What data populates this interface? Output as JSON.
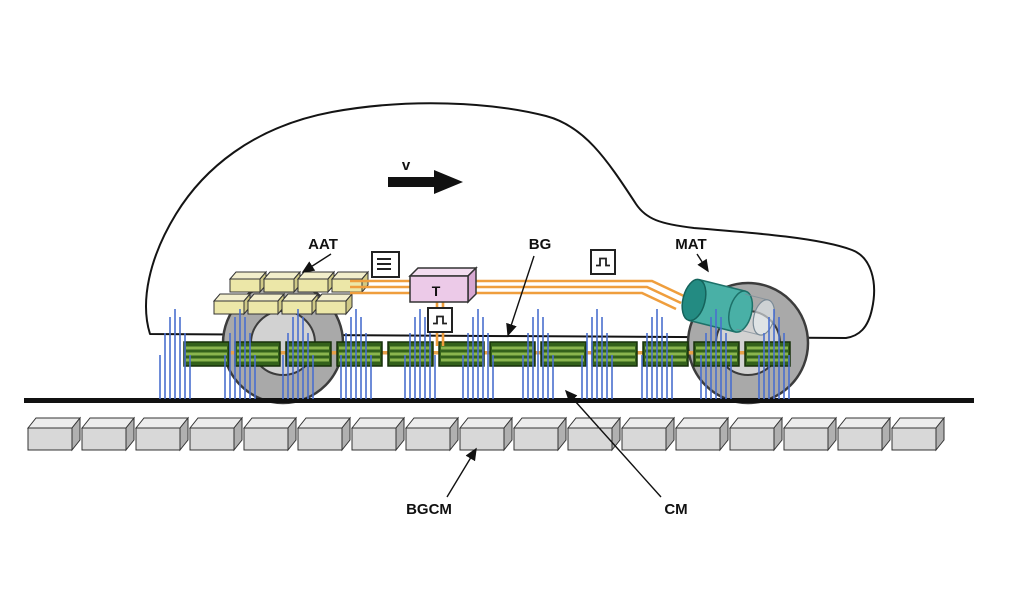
{
  "figure": {
    "type": "technical-diagram-vehicle-linear-motor",
    "labels": {
      "velocity": "v",
      "aat": "AAT",
      "bg": "BG",
      "mat": "MAT",
      "bgcm": "BGCM",
      "cm": "CM",
      "transformer": "T"
    },
    "colors": {
      "outline": "#141414",
      "cable_orange": "#ef9e3d",
      "rail_orange": "#e8a14a",
      "module_green_dark": "#33611b",
      "module_green_light": "#8ab54e",
      "transformer_pink": "#eccae8",
      "motor_teal": "#49b0a6",
      "motor_teal_dark": "#238b82",
      "battery_yellow": "#ece7a8",
      "battery_yellow_top": "#f2eecb",
      "battery_yellow_side": "#cfc986",
      "ground_block_front": "#d8d8d8",
      "ground_block_top": "#ececec",
      "ground_block_side": "#b0b0b0",
      "field_line_blue": "#4a6fcf",
      "wheel_gray": "#a9a9a9",
      "hub_gray": "#d2d2d2",
      "road_black": "#111111"
    }
  }
}
